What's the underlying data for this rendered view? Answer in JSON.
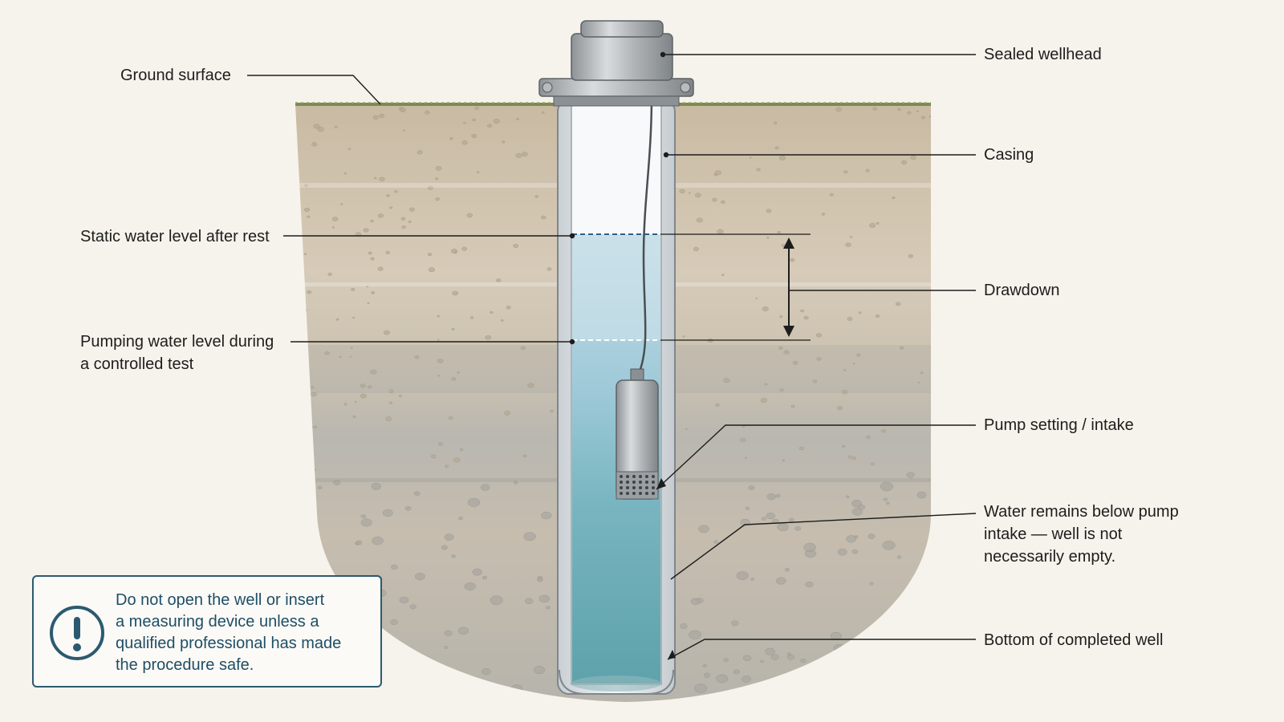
{
  "labels": {
    "ground_surface": "Ground surface",
    "sealed_wellhead": "Sealed wellhead",
    "casing": "Casing",
    "static_level": "Static water level after rest",
    "drawdown": "Drawdown",
    "pumping_level_line1": "Pumping water level during",
    "pumping_level_line2": "a controlled test",
    "pump_intake": "Pump setting / intake",
    "water_below_line1": "Water remains below pump",
    "water_below_line2": "intake — well is not",
    "water_below_line3": "necessarily empty.",
    "bottom_well": "Bottom of completed well"
  },
  "warning": {
    "icon": "exclamation-circle-icon",
    "line1": "Do not open the well or insert",
    "line2": "a measuring device unless a",
    "line3": "qualified professional has made",
    "line4": "the procedure safe."
  },
  "colors": {
    "background": "#f6f3ec",
    "soil_light": "#cfc4b1",
    "soil_gray": "#b9b6ad",
    "water_light": "#b9d6e2",
    "water_deep": "#6aa9b4",
    "casing": "#e4e8ea",
    "metal": "#a8adb1",
    "warning_accent": "#2b5a70",
    "leader_line": "#1d1d1d"
  }
}
